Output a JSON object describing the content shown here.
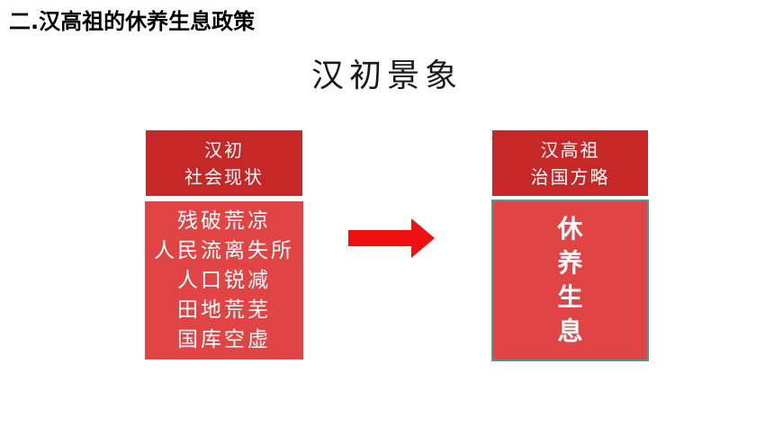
{
  "heading": "二.汉高祖的休养生息政策",
  "slide_title": "汉初景象",
  "left": {
    "header_lines": [
      "汉初",
      "社会现状"
    ],
    "items": [
      "残破荒凉",
      "人民流离失所",
      "人口锐减",
      "田地荒芜",
      "国库空虚"
    ]
  },
  "right": {
    "header_lines": [
      "汉高祖",
      "治国方略"
    ],
    "policy_chars": [
      "休",
      "养",
      "生",
      "息"
    ]
  },
  "colors": {
    "header_red": "#c62828",
    "box_red": "#e04444",
    "arrow_red": "#ee1111",
    "policy_border": "#4a9a9a"
  },
  "icons": {
    "arrow": "arrow-right-icon"
  }
}
